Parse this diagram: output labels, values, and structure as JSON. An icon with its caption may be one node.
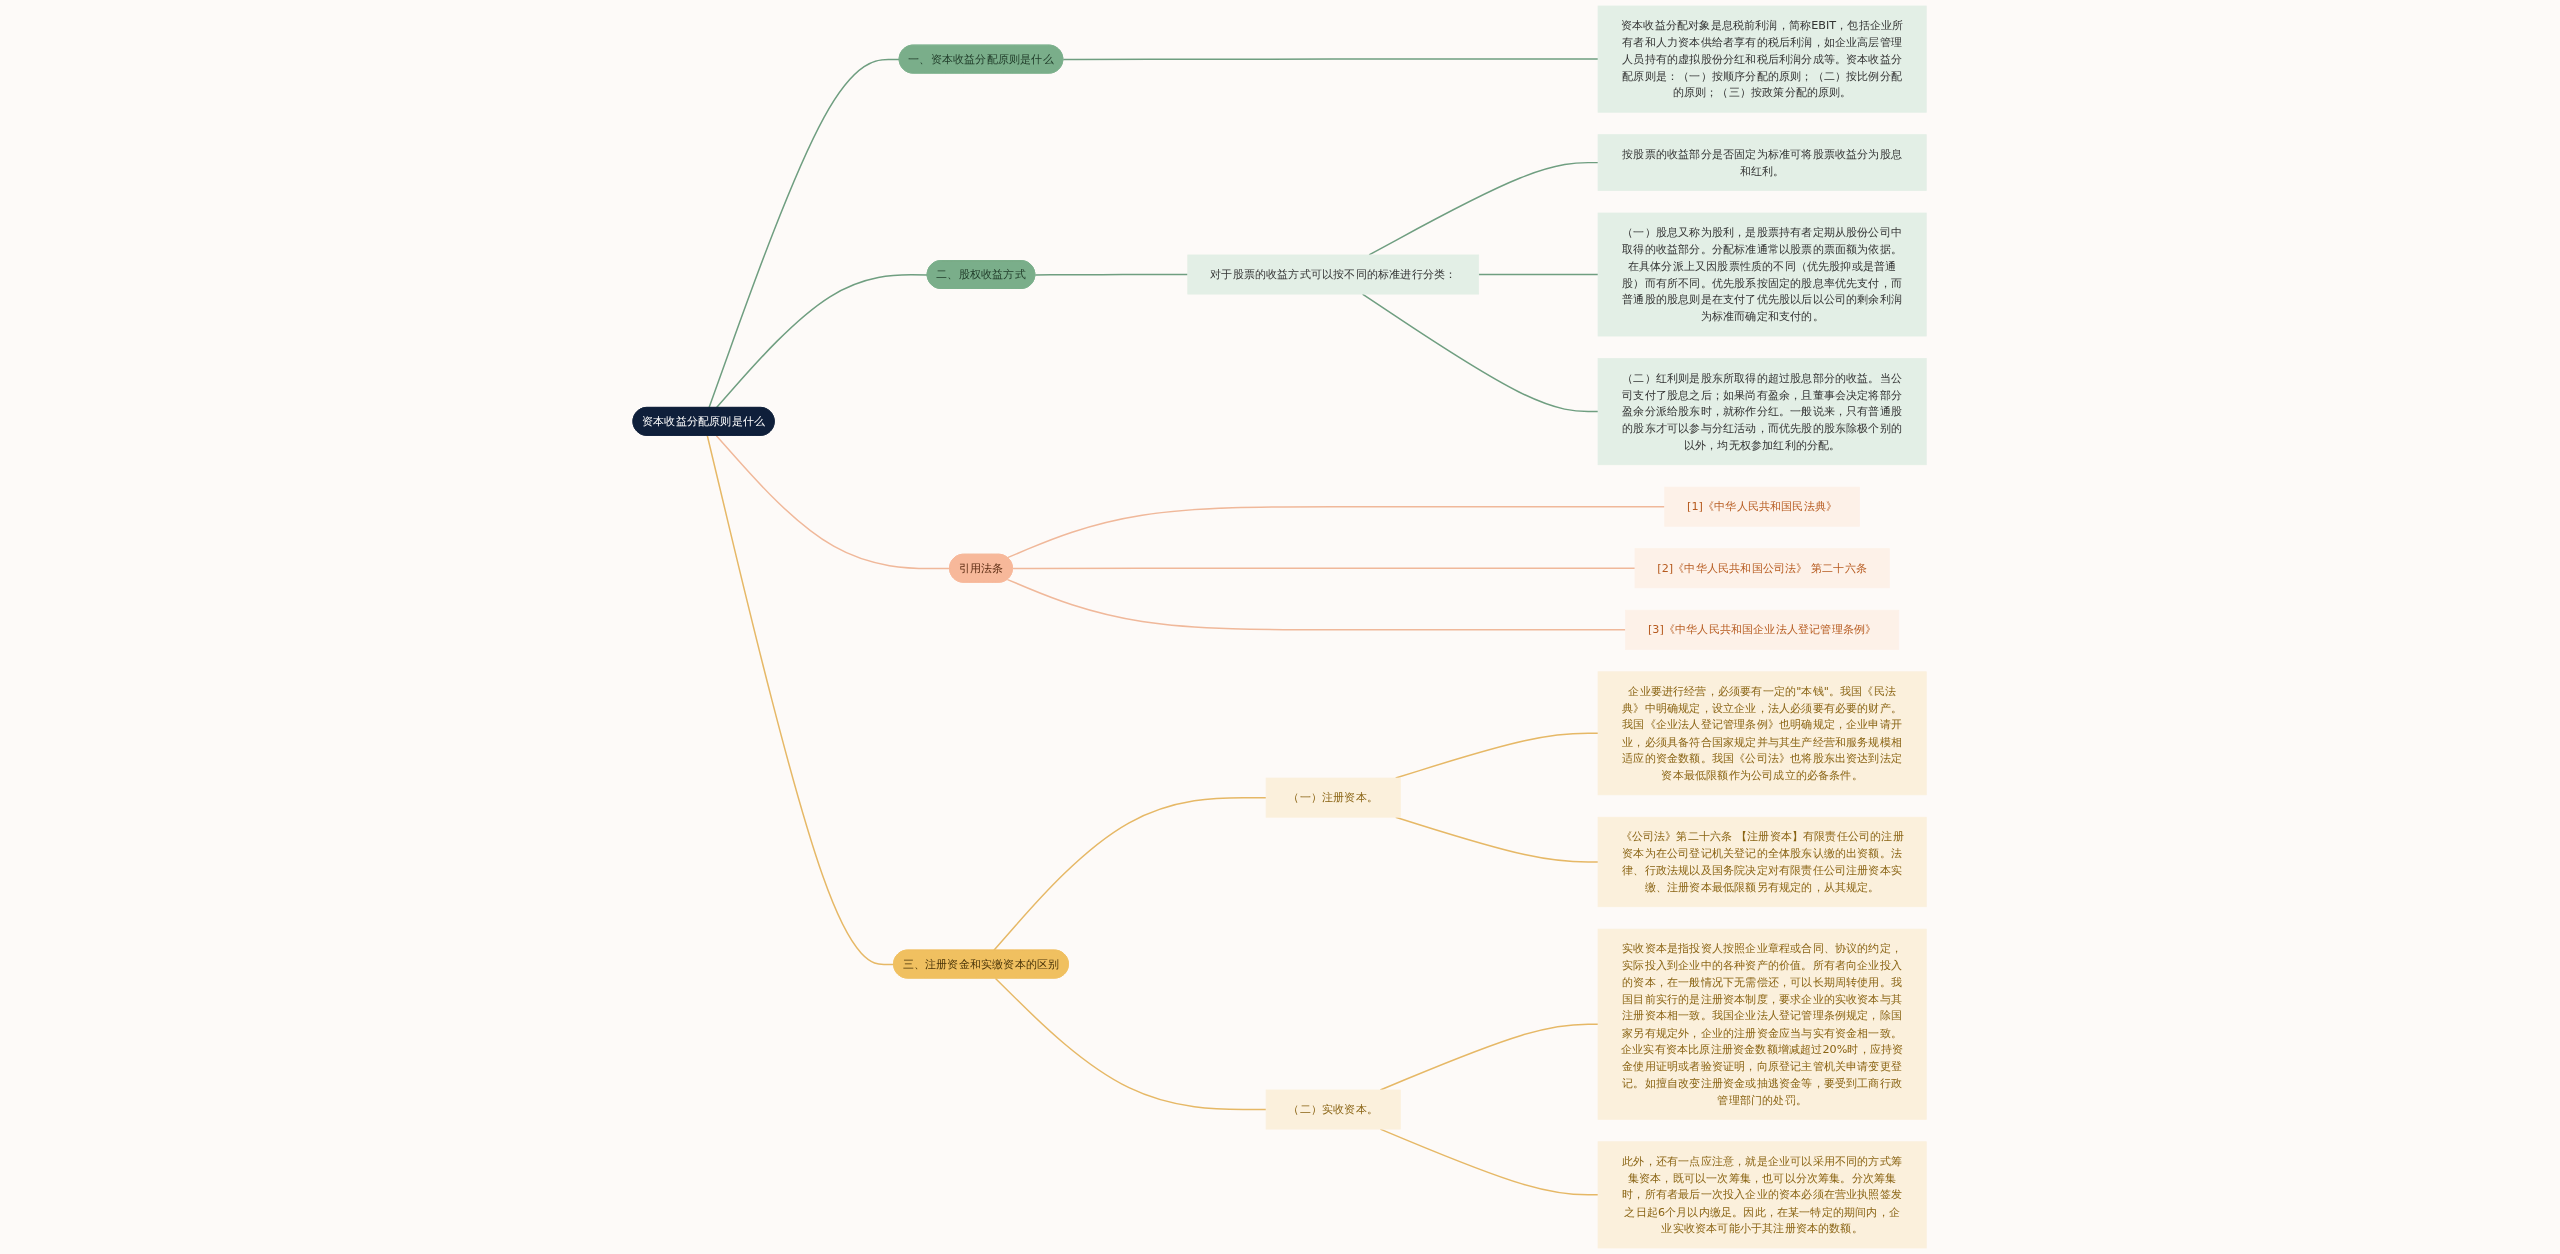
{
  "diagram": {
    "nodes": [
      {
        "text": [
          "资本收益分配原则是什么"
        ]
      },
      {
        "text": [
          "一、资本收益分配原则是什么"
        ]
      },
      {
        "text": [
          "资本收益分配对象是息税前利润，简称EBIT，包括企业所有者和人力资本供给者享有的税后利润，如企业高层管理人员持有的虚拟股份分红和税后利润分成等。资本收益分配原则是：（一）按顺序分配的原则；（二）按比例分配的原则；（三）按政策分配的原则。"
        ]
      },
      {
        "text": [
          "二、股权收益方式"
        ]
      },
      {
        "text": [
          "对于股票的收益方式可以按不同的标准进行分类："
        ]
      },
      {
        "text": [
          "按股票的收益部分是否固定为标准可将股票收益分为股息和红利。"
        ]
      },
      {
        "text": [
          "（一）股息又称为股利，是股票持有者定期从股份公司中取得的收益部分。分配标准通常以股票的票面额为依据。在具体分派上又因股票性质的不同（优先股抑或是普通股）而有所不同。优先股系按固定的股息率优先支付，而普通股的股息则是在支付了优先股以后以公司的剩余利润为标准而确定和支付的。"
        ]
      },
      {
        "text": [
          "（二）红利则是股东所取得的超过股息部分的收益。当公司支付了股息之后；如果尚有盈余，且董事会决定将部分盈余分派给股东时，就称作分红。一般说来，只有普通股的股东才可以参与分红活动，而优先股的股东除极个别的以外，均无权参加红利的分配。"
        ]
      },
      {
        "text": [
          "引用法条"
        ]
      },
      {
        "text": [
          "[1]《中华人民共和国民法典》"
        ]
      },
      {
        "text": [
          "[2]《中华人民共和国公司法》 第二十六条"
        ]
      },
      {
        "text": [
          "[3]《中华人民共和国企业法人登记管理条例》"
        ]
      },
      {
        "text": [
          "三、注册资金和实缴资本的区别"
        ]
      },
      {
        "text": [
          "（一）注册资本。"
        ]
      },
      {
        "text": [
          "企业要进行经营，必须要有一定的\"本钱\"。我国《民法典》中明确规定，设立企业，法人必须要有必要的财产。我国《企业法人登记管理条例》也明确规定，企业申请开业，必须具备符合国家规定并与其生产经营和服务规模相适应的资金数额。我国《公司法》也将股东出资达到法定资本最低限额作为公司成立的必备条件。"
        ]
      },
      {
        "text": [
          "《公司法》第二十六条 【注册资本】有限责任公司的注册资本为在公司登记机关登记的全体股东认缴的出资额。法律、行政法规以及国务院决定对有限责任公司注册资本实缴、注册资本最低限额另有规定的，从其规定。"
        ]
      },
      {
        "text": [
          "（二）实收资本。"
        ]
      },
      {
        "text": [
          "实收资本是指投资人按照企业章程或合同、协议的约定，实际投入到企业中的各种资产的价值。所有者向企业投入的资本，在一般情况下无需偿还，可以长期周转使用。我国目前实行的是注册资本制度，要求企业的实收资本与其注册资本相一致。我国企业法人登记管理条例规定，除国家另有规定外，企业的注册资金应当与实有资金相一致。企业实有资本比原注册资金数额增减超过20%时，应持资金使用证明或者验资证明，向原登记主管机关申请变更登记。如擅自改变注册资金或抽逃资金等，要受到工商行政管理部门的处罚。"
        ]
      },
      {
        "text": [
          "此外，还有一点应注意，就是企业可以采用不同的方式筹集资本，既可以一次筹集，也可以分次筹集。分次筹集时，所有者最后一次投入企业的资本必须在营业执照签发之日起6个月以内缴足。因此，在某一特定的期间内，企业实收资本可能小于其注册资本的数额。"
        ]
      }
    ],
    "edges": [
      {
        "from": 0,
        "to": 1,
        "arrow": "none",
        "color": "#6f9e80"
      },
      {
        "from": 1,
        "to": 2,
        "arrow": "none",
        "color": "#6f9e80"
      },
      {
        "from": 0,
        "to": 3,
        "arrow": "none",
        "color": "#6f9e80"
      },
      {
        "from": 3,
        "to": 4,
        "arrow": "none",
        "color": "#6f9e80"
      },
      {
        "from": 4,
        "to": 5,
        "arrow": "none",
        "color": "#6f9e80"
      },
      {
        "from": 4,
        "to": 6,
        "arrow": "none",
        "color": "#6f9e80"
      },
      {
        "from": 4,
        "to": 7,
        "arrow": "none",
        "color": "#6f9e80"
      },
      {
        "from": 0,
        "to": 8,
        "arrow": "none",
        "color": "#f0b89a"
      },
      {
        "from": 8,
        "to": 9,
        "arrow": "none",
        "color": "#f0b89a"
      },
      {
        "from": 8,
        "to": 10,
        "arrow": "none",
        "color": "#f0b89a"
      },
      {
        "from": 8,
        "to": 11,
        "arrow": "none",
        "color": "#f0b89a"
      },
      {
        "from": 0,
        "to": 12,
        "arrow": "none",
        "color": "#e6b866"
      },
      {
        "from": 12,
        "to": 13,
        "arrow": "none",
        "color": "#e6b866"
      },
      {
        "from": 13,
        "to": 14,
        "arrow": "none",
        "color": "#e6b866"
      },
      {
        "from": 13,
        "to": 15,
        "arrow": "none",
        "color": "#e6b866"
      },
      {
        "from": 12,
        "to": 16,
        "arrow": "none",
        "color": "#e6b866"
      },
      {
        "from": 16,
        "to": 17,
        "arrow": "none",
        "color": "#e6b866"
      },
      {
        "from": 16,
        "to": 18,
        "arrow": "none",
        "color": "#e6b866"
      }
    ]
  }
}
